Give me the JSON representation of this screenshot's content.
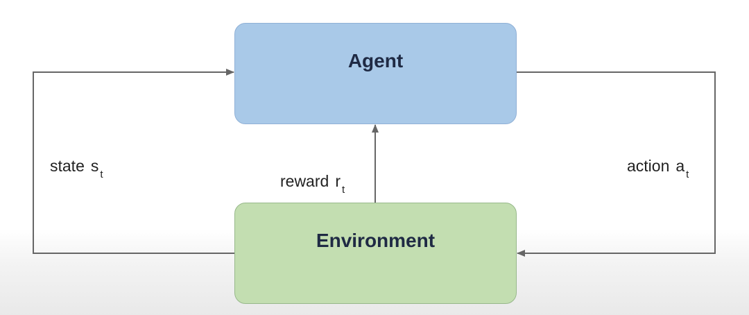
{
  "diagram": {
    "nodes": {
      "agent": {
        "label": "Agent",
        "fill": "#a9c9e8"
      },
      "environment": {
        "label": "Environment",
        "fill": "#c3deb1"
      }
    },
    "edges": {
      "state": {
        "text": "state",
        "symbol": "s",
        "subscript": "t"
      },
      "reward": {
        "text": "reward",
        "symbol": "r",
        "subscript": "t"
      },
      "action": {
        "text": "action",
        "symbol": "a",
        "subscript": "t"
      }
    },
    "line_color": "#666666"
  }
}
